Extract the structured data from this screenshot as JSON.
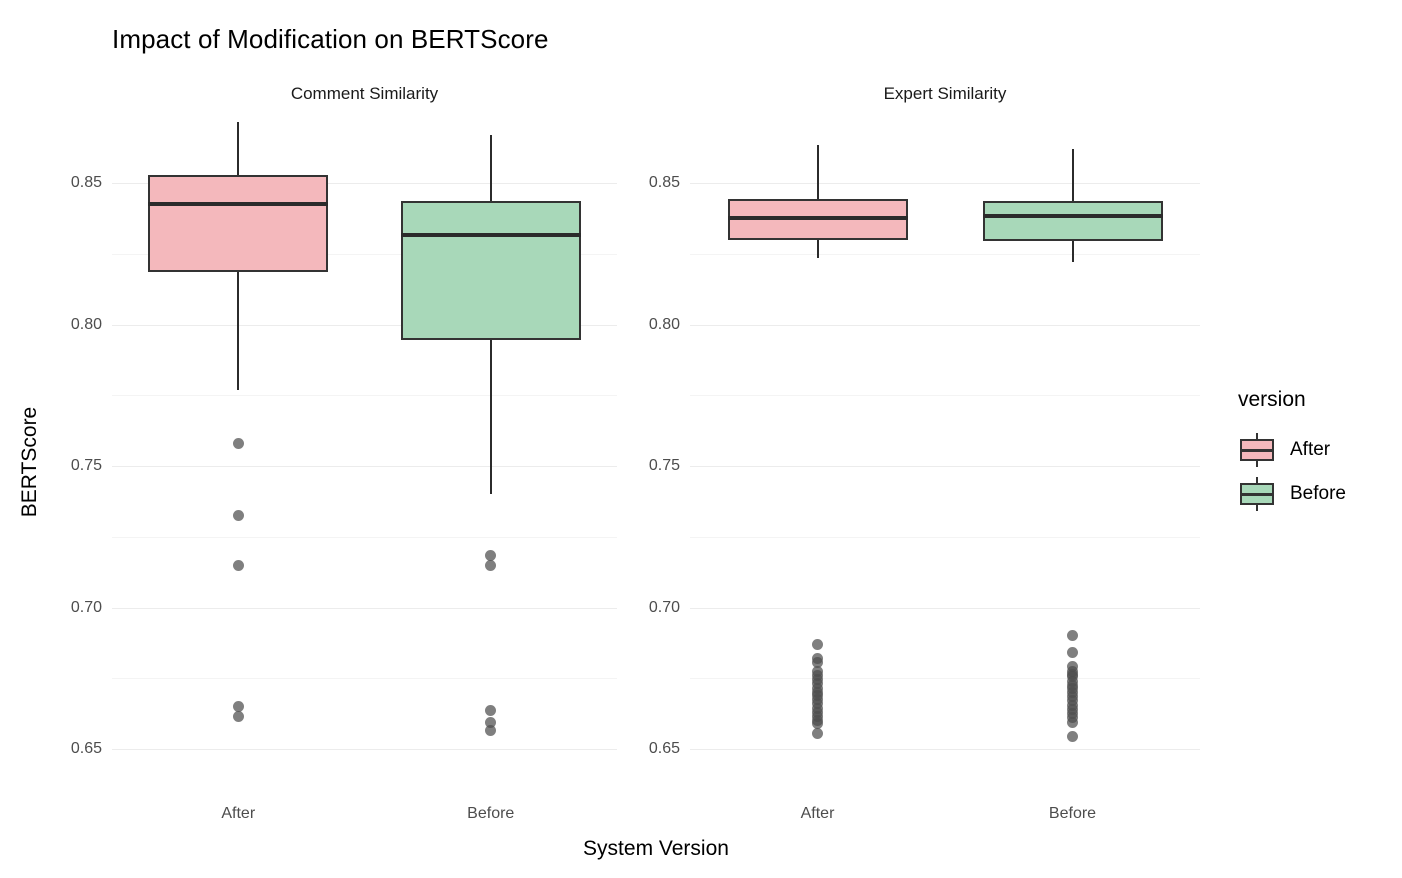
{
  "chart_data": {
    "type": "box",
    "title": "Impact of Modification on BERTScore",
    "xlabel": "System Version",
    "ylabel": "BERTScore",
    "ylim": [
      0.638,
      0.873
    ],
    "yticks": [
      0.65,
      0.7,
      0.75,
      0.8,
      0.85
    ],
    "ytick_labels": [
      "0.65",
      "0.70",
      "0.75",
      "0.80",
      "0.85"
    ],
    "yminor": [
      0.675,
      0.725,
      0.775,
      0.825
    ],
    "grid": true,
    "legend": {
      "title": "version",
      "position": "right",
      "entries": [
        {
          "label": "After",
          "color": "#f4b8bc"
        },
        {
          "label": "Before",
          "color": "#a8d8b9"
        }
      ]
    },
    "facets": [
      {
        "label": "Comment Similarity",
        "categories": [
          "After",
          "Before"
        ],
        "boxes": [
          {
            "category": "After",
            "version": "After",
            "color": "#f4b8bc",
            "whisker_high": 0.8715,
            "q3": 0.853,
            "median": 0.8425,
            "q1": 0.8185,
            "whisker_low": 0.777,
            "outliers": [
              0.758,
              0.7325,
              0.715,
              0.665,
              0.6615
            ]
          },
          {
            "category": "Before",
            "version": "Before",
            "color": "#a8d8b9",
            "whisker_high": 0.867,
            "q3": 0.8435,
            "median": 0.8315,
            "q1": 0.7945,
            "whisker_low": 0.74,
            "outliers": [
              0.7185,
              0.715,
              0.6635,
              0.6595,
              0.6565
            ]
          }
        ]
      },
      {
        "label": "Expert Similarity",
        "categories": [
          "After",
          "Before"
        ],
        "boxes": [
          {
            "category": "After",
            "version": "After",
            "color": "#f4b8bc",
            "whisker_high": 0.8635,
            "q3": 0.8445,
            "median": 0.8375,
            "q1": 0.83,
            "whisker_low": 0.8235,
            "outliers": [
              0.687,
              0.682,
              0.6805,
              0.6775,
              0.676,
              0.6745,
              0.673,
              0.6715,
              0.67,
              0.669,
              0.6675,
              0.666,
              0.6645,
              0.663,
              0.6615,
              0.66,
              0.659,
              0.6555
            ]
          },
          {
            "category": "Before",
            "version": "Before",
            "color": "#a8d8b9",
            "whisker_high": 0.862,
            "q3": 0.8435,
            "median": 0.8385,
            "q1": 0.8295,
            "whisker_low": 0.822,
            "outliers": [
              0.69,
              0.684,
              0.679,
              0.6775,
              0.6765,
              0.6755,
              0.674,
              0.6725,
              0.6715,
              0.67,
              0.6685,
              0.667,
              0.6655,
              0.664,
              0.6625,
              0.661,
              0.6595,
              0.6545
            ]
          }
        ]
      }
    ]
  }
}
